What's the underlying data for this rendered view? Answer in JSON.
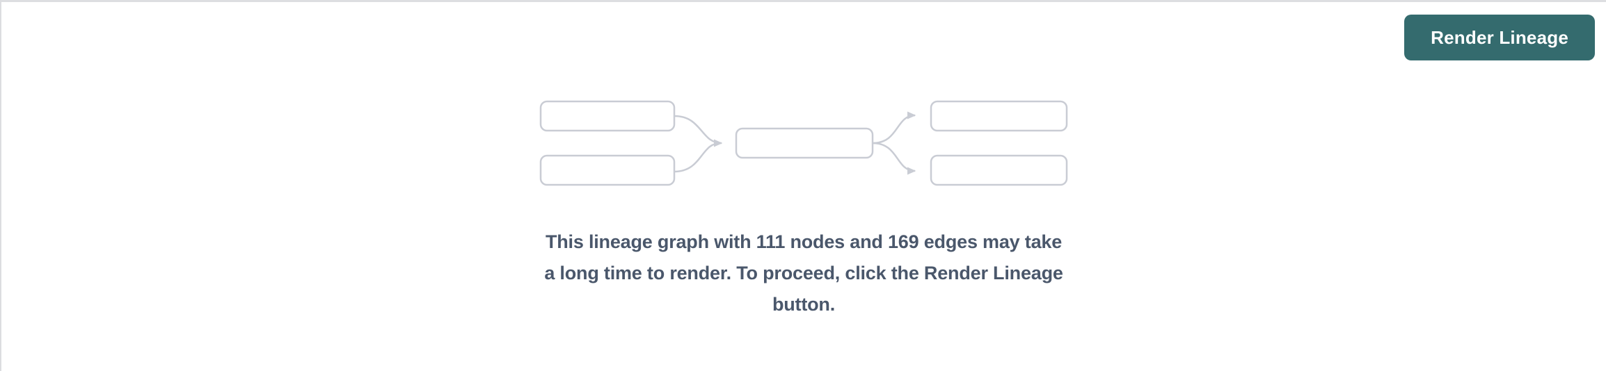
{
  "colors": {
    "background": "#FFFFFF",
    "panel_border": "#DDDEE1",
    "accent_teal": "#346B6E",
    "button_text": "#FFFFFF",
    "node_outline": "#C9CCD4",
    "message_text": "#4A576B"
  },
  "toolbar": {
    "render_button_label": "Render Lineage"
  },
  "empty_state": {
    "illustration": "lineage-graph-preview",
    "nodes": 111,
    "edges": 169,
    "message": "This lineage graph with 111 nodes and 169 edges may take a long time to render. To proceed, click the Render Lineage button.",
    "message_lines": [
      "This lineage graph with 111 nodes and 169 edges may take",
      "a long time to render. To proceed, click the Render Lineage",
      "button."
    ]
  }
}
